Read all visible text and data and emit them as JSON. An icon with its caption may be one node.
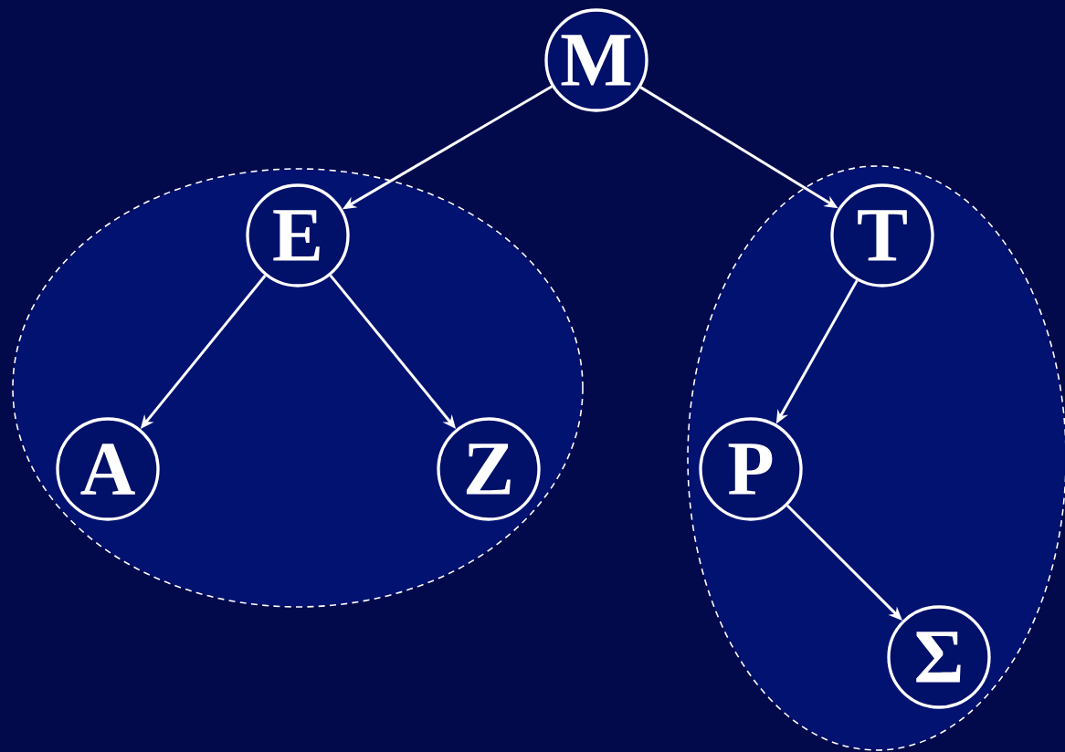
{
  "diagram": {
    "nodes": [
      {
        "text": [
          "M"
        ]
      },
      {
        "text": [],
        "shape": "ellipse"
      },
      {
        "text": [
          "E"
        ],
        "in": 1
      },
      {
        "text": [
          "A"
        ],
        "in": 1
      },
      {
        "text": [
          "Z"
        ],
        "in": 1
      },
      {
        "text": [],
        "shape": "ellipse"
      },
      {
        "text": [
          "T"
        ],
        "in": 5
      },
      {
        "text": [
          "P"
        ],
        "in": 5
      },
      {
        "text": [
          "Σ"
        ],
        "in": 5
      }
    ],
    "edges": [
      {
        "from": 0,
        "to": 2,
        "arrow": "to"
      },
      {
        "from": 0,
        "to": 6,
        "arrow": "to"
      },
      {
        "from": 2,
        "to": 3,
        "arrow": "to"
      },
      {
        "from": 2,
        "to": 4,
        "arrow": "to"
      },
      {
        "from": 6,
        "to": 7,
        "arrow": "to"
      },
      {
        "from": 7,
        "to": 8,
        "arrow": "to"
      }
    ]
  }
}
